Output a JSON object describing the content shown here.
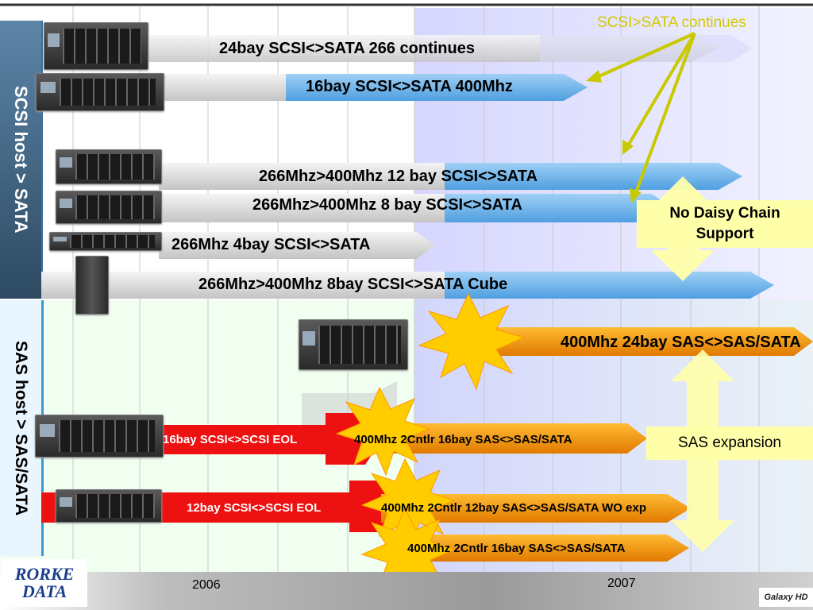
{
  "slide": {
    "scsi_group_label": "SCSI host > SATA",
    "sas_group_label": "SAS host > SAS/SATA",
    "callout_scsi_sata": "SCSI>SATA continues",
    "note_no_daisy": "No Daisy Chain\nSupport",
    "note_sas_expansion": "SAS expansion",
    "products": [
      {
        "label": "24bay  SCSI<>SATA 266 continues"
      },
      {
        "label": "16bay SCSI<>SATA 400Mhz"
      },
      {
        "label": "266Mhz>400Mhz 12 bay SCSI<>SATA"
      },
      {
        "label": "266Mhz>400Mhz 8 bay SCSI<>SATA"
      },
      {
        "label": "266Mhz 4bay SCSI<>SATA"
      },
      {
        "label": "266Mhz>400Mhz  8bay SCSI<>SATA Cube"
      },
      {
        "label": "400Mhz 24bay SAS<>SAS/SATA"
      },
      {
        "label": "16bay SCSI<>SCSI EOL"
      },
      {
        "label": "400Mhz 2Cntlr 16bay SAS<>SAS/SATA"
      },
      {
        "label": "12bay SCSI<>SCSI EOL"
      },
      {
        "label": "400Mhz 2Cntlr 12bay SAS<>SAS/SATA WO exp"
      },
      {
        "label": "400Mhz 2Cntlr 16bay SAS<>SAS/SATA"
      }
    ],
    "timeline": {
      "year_1": "2006",
      "year_2": "2007"
    },
    "logo_left": "RORKE DATA",
    "logo_right": "Galaxy HD"
  },
  "colors": {
    "scsi_band": "#4a6c86",
    "sas_band": "#3a9acb",
    "sas_label_bg": "#e8f7ff",
    "highlight_2007": "#c8c8ff",
    "blue_arrow": "#5aa9e6",
    "gray_arrow": "#d8d8d8",
    "orange_arrow": "#f29a0e",
    "red_arrow": "#ee1111",
    "starburst": "#ffcc00",
    "callout_text": "#d4c800",
    "note_bg": "#ffffaa"
  }
}
